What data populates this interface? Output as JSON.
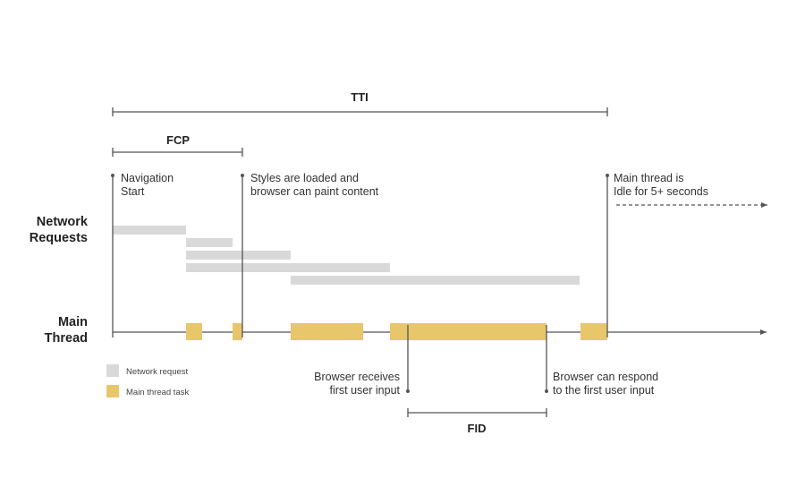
{
  "metrics": {
    "tti": "TTI",
    "fcp": "FCP",
    "fid": "FID"
  },
  "rows": {
    "network_line1": "Network",
    "network_line2": "Requests",
    "main_line1": "Main",
    "main_line2": "Thread"
  },
  "annotations": {
    "nav_start_line1": "Navigation",
    "nav_start_line2": "Start",
    "styles_line1": "Styles are loaded and",
    "styles_line2": "browser can paint content",
    "idle_line1": "Main thread is",
    "idle_line2": "Idle for 5+ seconds",
    "input_line1": "Browser receives",
    "input_line2": "first user input",
    "respond_line1": "Browser can respond",
    "respond_line2": "to the first user input"
  },
  "legend": {
    "network": "Network request",
    "main": "Main thread task"
  },
  "colors": {
    "network_request": "#d9d9d9",
    "main_thread_task": "#e8c66a",
    "lines": "#555555"
  },
  "network_requests": [
    {
      "start": 0,
      "end": 82
    },
    {
      "start": 82,
      "end": 134
    },
    {
      "start": 82,
      "end": 199
    },
    {
      "start": 82,
      "end": 310
    },
    {
      "start": 199,
      "end": 522
    }
  ],
  "main_thread_tasks": [
    {
      "start": 82,
      "end": 100
    },
    {
      "start": 134,
      "end": 145
    },
    {
      "start": 199,
      "end": 280
    },
    {
      "start": 310,
      "end": 330
    },
    {
      "start": 330,
      "end": 485
    },
    {
      "start": 523,
      "end": 553
    }
  ],
  "markers": {
    "navigation_start": 0,
    "first_contentful_paint": 145,
    "first_input": 330,
    "input_response": 485,
    "time_to_interactive": 553
  }
}
